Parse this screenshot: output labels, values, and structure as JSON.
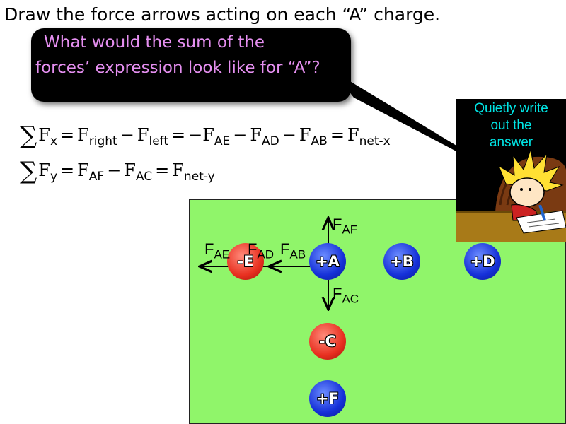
{
  "slide": {
    "title": "Draw the force arrows acting on each “A” charge."
  },
  "bubble": {
    "line1": "What would the sum of the",
    "line2": "forces’ expression look like for “A”?"
  },
  "equations": {
    "fx": {
      "F1": "F",
      "s1": "x",
      "F2": "F",
      "s2": "right",
      "F3": "F",
      "s3": "left",
      "F4": "F",
      "s4": "AE",
      "F5": "F",
      "s5": "AD",
      "F6": "F",
      "s6": "AB",
      "F7": "F",
      "s7": "net-x"
    },
    "fy": {
      "F1": "F",
      "s1": "y",
      "F2": "F",
      "s2": "AF",
      "F3": "F",
      "s3": "AC",
      "F4": "F",
      "s4": "net-y"
    }
  },
  "cartoon": {
    "line1": "Quietly write",
    "line2": "out the",
    "line3": "answer"
  },
  "charges": {
    "A": "+A",
    "B": "+B",
    "D": "+D",
    "E": "-E",
    "C": "-C",
    "F": "+F"
  },
  "force_labels": {
    "FAF": {
      "main": "F",
      "sub": "AF"
    },
    "FAC": {
      "main": "F",
      "sub": "AC"
    },
    "FAE": {
      "main": "F",
      "sub": "AE"
    },
    "FAD": {
      "main": "F",
      "sub": "AD"
    },
    "FAB": {
      "main": "F",
      "sub": "AB"
    }
  },
  "colors": {
    "bubble_text": "#e58ff0",
    "cartoon_text": "#00e6e6",
    "field": "#90f56a",
    "positive_charge": "#1530d8",
    "negative_charge": "#e83020"
  }
}
